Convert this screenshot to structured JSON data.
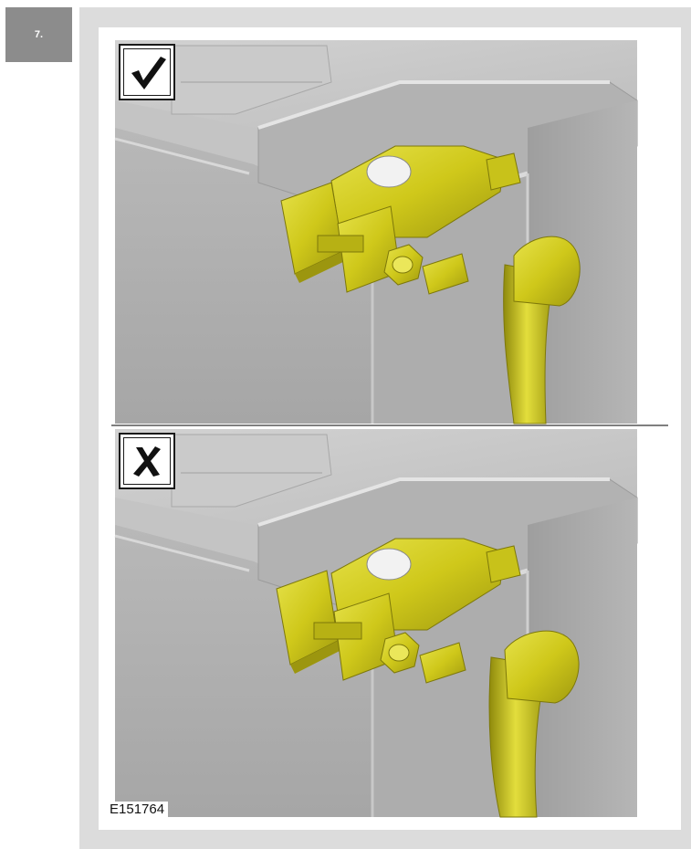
{
  "step": {
    "number": "7."
  },
  "figure": {
    "code": "E151764",
    "panels": [
      {
        "mark": "correct",
        "mark_icon": "check-mark-icon"
      },
      {
        "mark": "incorrect",
        "mark_icon": "cross-mark-icon"
      }
    ]
  },
  "colors": {
    "frame": "#dcdcdc",
    "badge": "#8c8c8c",
    "battery_grey": "#b4b4b4",
    "terminal_yellow": "#d4cf1e"
  }
}
